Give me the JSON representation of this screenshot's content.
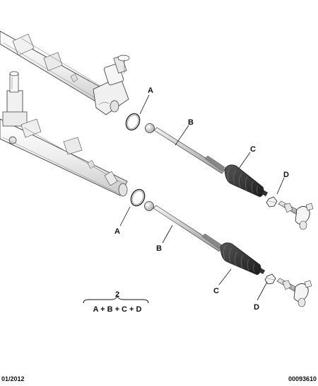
{
  "labels": {
    "a_top": "A",
    "b_top": "B",
    "c_top": "C",
    "d_top": "D",
    "a_bottom": "A",
    "b_bottom": "B",
    "c_bottom": "C",
    "d_bottom": "D"
  },
  "kit": {
    "quantity": "2",
    "formula": "A + B + C + D"
  },
  "footer": {
    "date": "01/2012",
    "reference": "00093610"
  }
}
